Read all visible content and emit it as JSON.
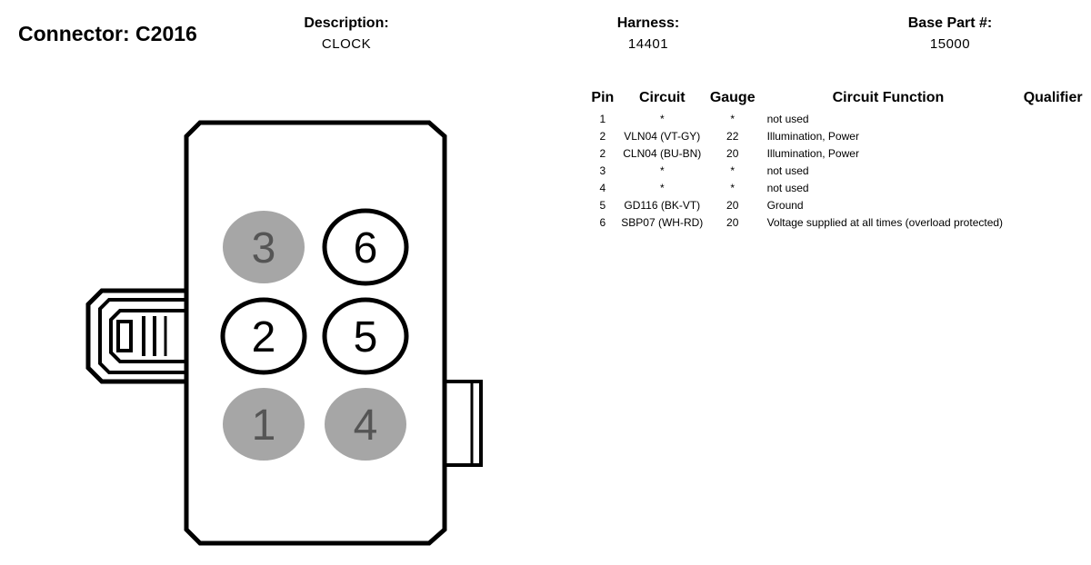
{
  "header": {
    "connector": "Connector: C2016",
    "description_label": "Description:",
    "description": "CLOCK",
    "harness_label": "Harness:",
    "harness": "14401",
    "base_part_label": "Base Part #:",
    "base_part": "15000"
  },
  "table": {
    "columns": [
      "Pin",
      "Circuit",
      "Gauge",
      "Circuit Function",
      "Qualifier"
    ],
    "rows": [
      {
        "pin": "1",
        "circuit": "*",
        "gauge": "*",
        "function": "not used",
        "qualifier": ""
      },
      {
        "pin": "2",
        "circuit": "VLN04 (VT-GY)",
        "gauge": "22",
        "function": "Illumination, Power",
        "qualifier": ""
      },
      {
        "pin": "2",
        "circuit": "CLN04 (BU-BN)",
        "gauge": "20",
        "function": "Illumination, Power",
        "qualifier": ""
      },
      {
        "pin": "3",
        "circuit": "*",
        "gauge": "*",
        "function": "not used",
        "qualifier": ""
      },
      {
        "pin": "4",
        "circuit": "*",
        "gauge": "*",
        "function": "not used",
        "qualifier": ""
      },
      {
        "pin": "5",
        "circuit": "GD116 (BK-VT)",
        "gauge": "20",
        "function": "Ground",
        "qualifier": ""
      },
      {
        "pin": "6",
        "circuit": "SBP07 (WH-RD)",
        "gauge": "20",
        "function": "Voltage supplied at all times (overload protected)",
        "qualifier": ""
      }
    ]
  },
  "diagram": {
    "pins": [
      {
        "label": "3",
        "used": false
      },
      {
        "label": "6",
        "used": true
      },
      {
        "label": "2",
        "used": true
      },
      {
        "label": "5",
        "used": true
      },
      {
        "label": "1",
        "used": false
      },
      {
        "label": "4",
        "used": false
      }
    ],
    "colors": {
      "unused_fill": "#a6a6a6",
      "unused_text": "#555555",
      "outline": "#000000"
    }
  }
}
